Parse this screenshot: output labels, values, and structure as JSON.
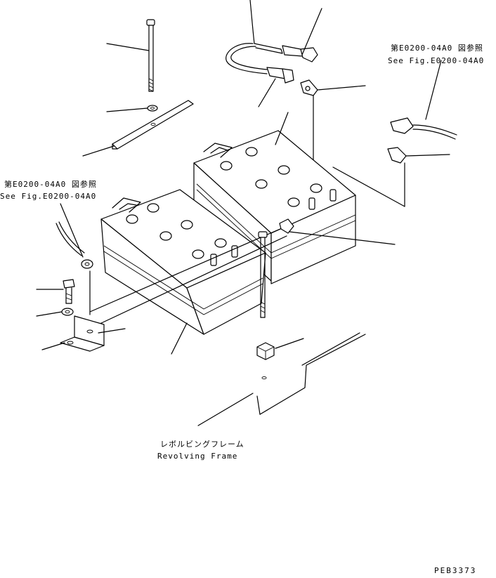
{
  "references": {
    "top_right": {
      "jp": "第E0200-04A0 図参照",
      "en": "See Fig.E0200-04A0"
    },
    "left": {
      "jp": "第E0200-04A0 図参照",
      "en": "See Fig.E0200-04A0"
    }
  },
  "frame_label": {
    "jp": "レボルビングフレーム",
    "en": "Revolving Frame"
  },
  "drawing_code": "PEB3373",
  "colors": {
    "line": "#000000",
    "background": "#ffffff"
  }
}
